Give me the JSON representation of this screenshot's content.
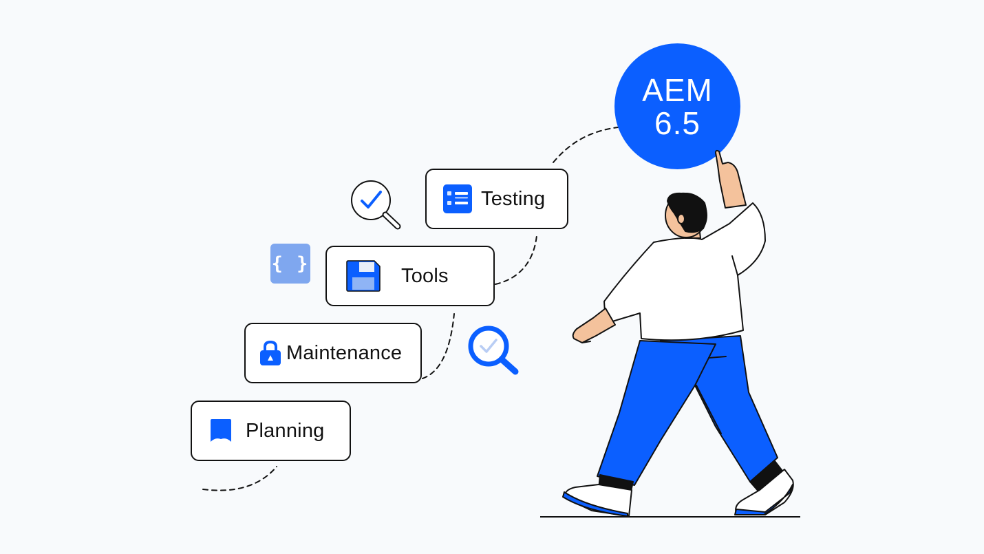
{
  "badge": {
    "line1": "AEM",
    "line2": "6.5"
  },
  "steps": [
    {
      "label": "Testing",
      "icon": "list-icon"
    },
    {
      "label": "Tools",
      "icon": "floppy-disk-icon"
    },
    {
      "label": "Maintenance",
      "icon": "lock-icon"
    },
    {
      "label": "Planning",
      "icon": "bookmark-icon"
    }
  ],
  "code_badge": {
    "glyph": "{ }"
  },
  "colors": {
    "accent": "#0b5fff",
    "accent_light": "#7fa7ef",
    "background": "#f8fafc",
    "ink": "#111111",
    "skin": "#f4c29c"
  }
}
